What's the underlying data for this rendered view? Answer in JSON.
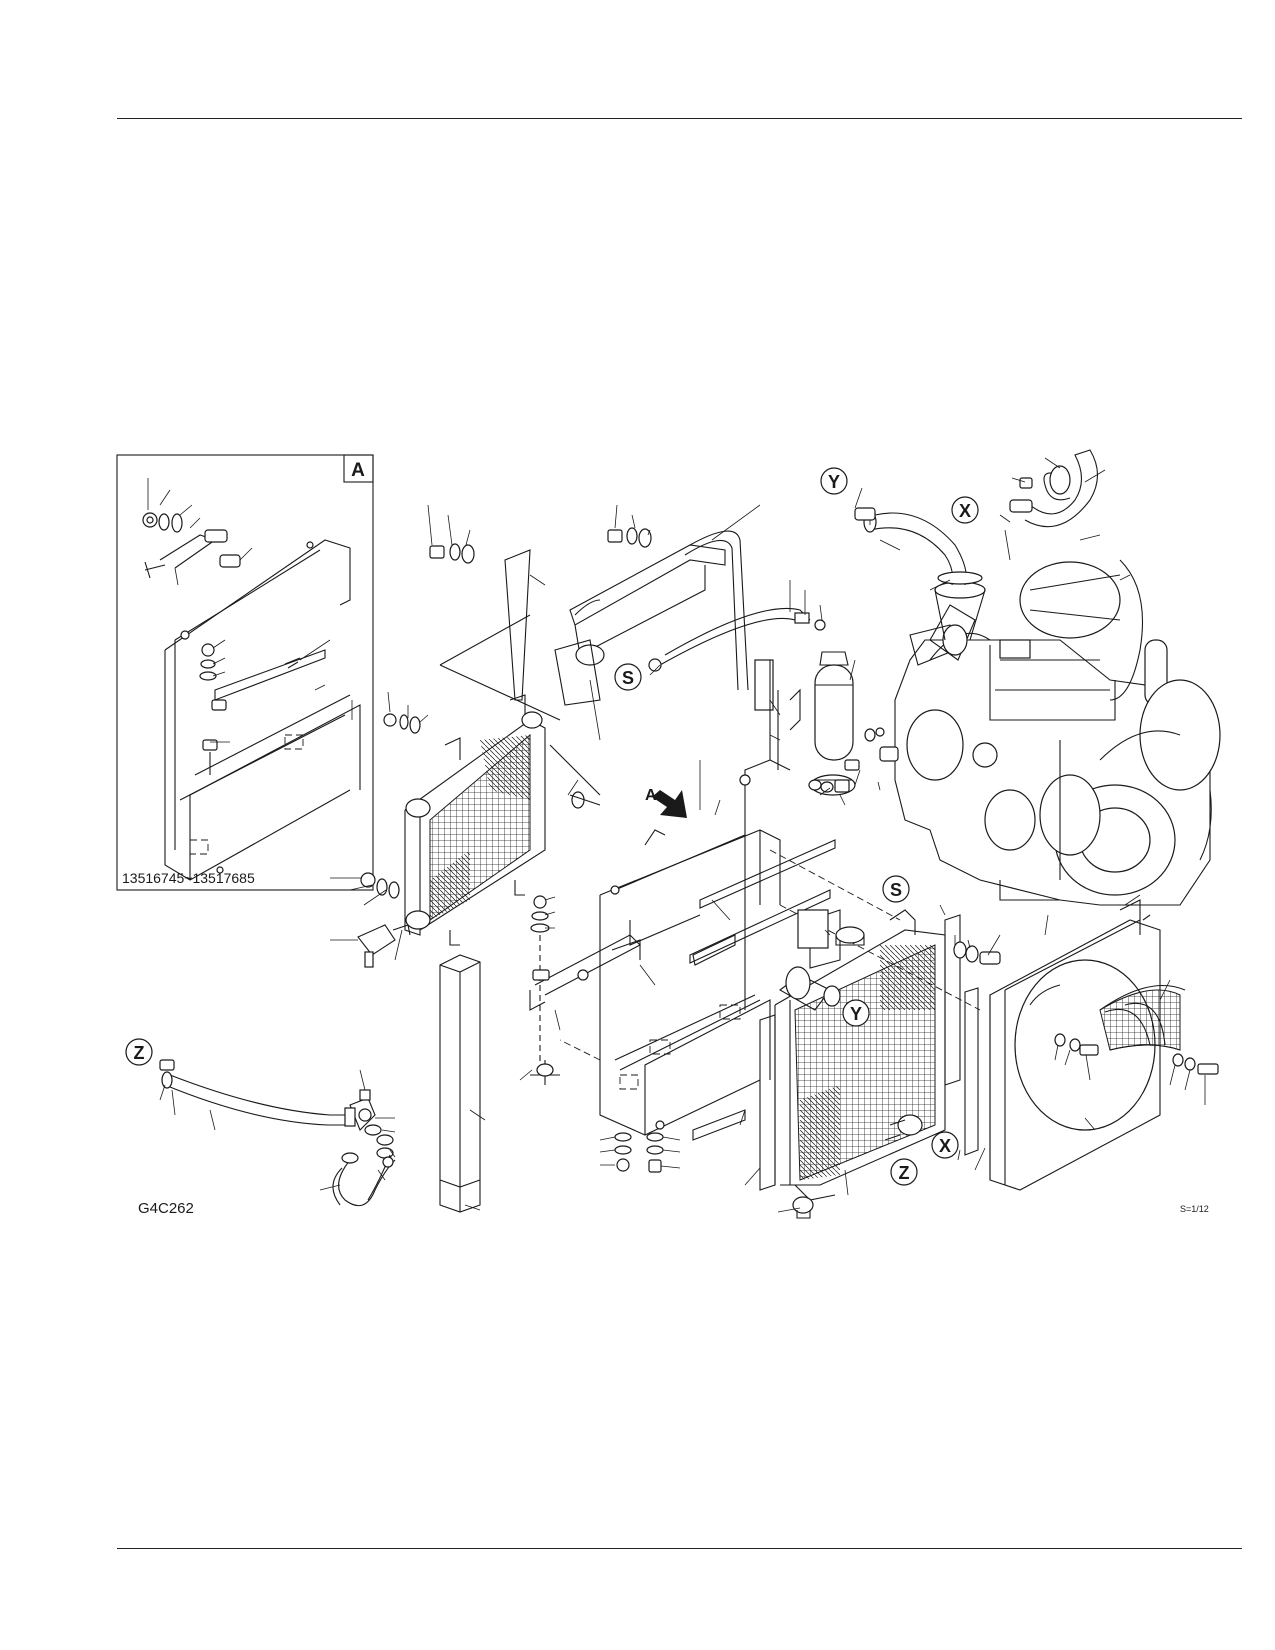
{
  "diagram": {
    "figure_code": "G4C262",
    "scale": "S=1/12",
    "inset": {
      "view_label": "A",
      "serial_range": "13516745~13517685"
    },
    "view_arrow_label": "A",
    "callouts": {
      "s": "S",
      "x": "X",
      "y": "Y",
      "z": "Z"
    }
  }
}
